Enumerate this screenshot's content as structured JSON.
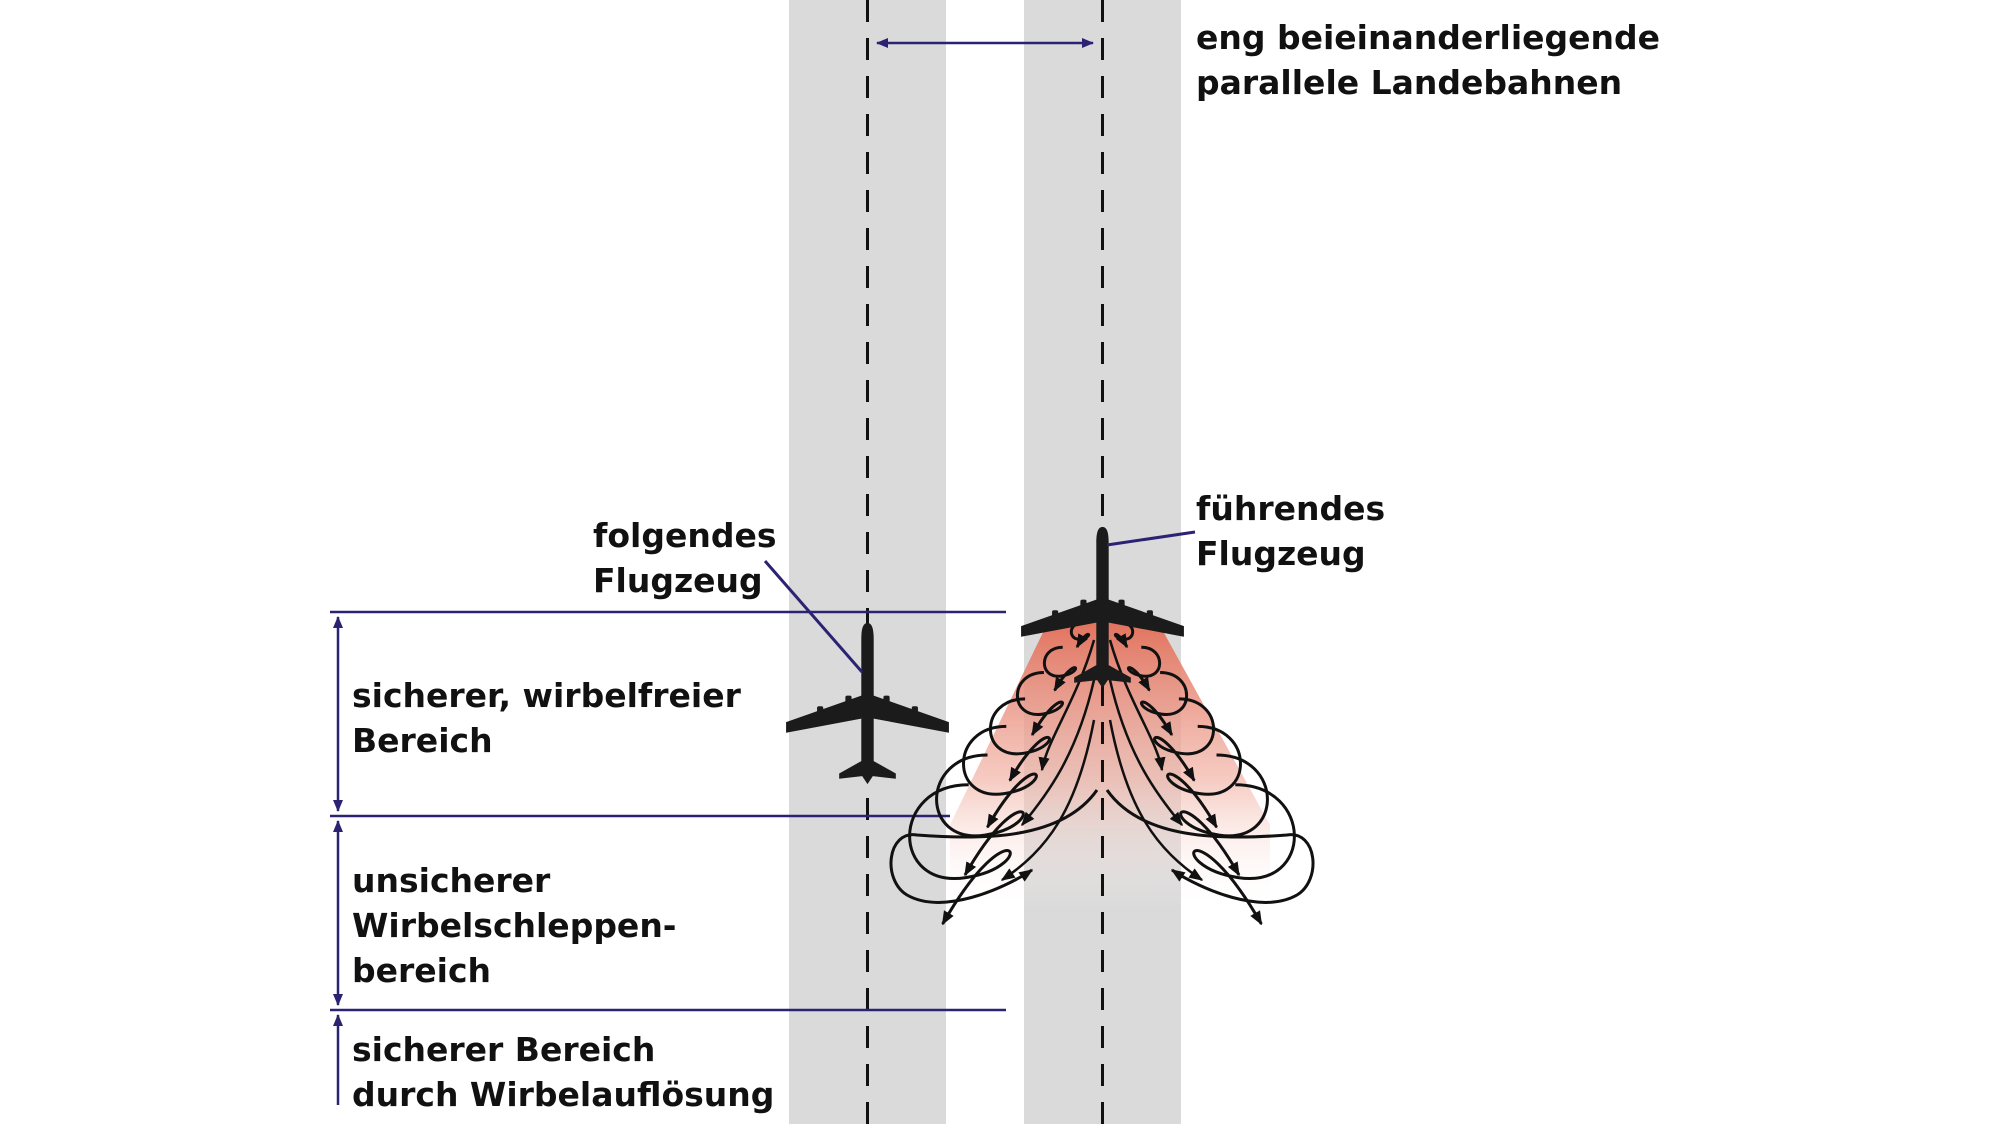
{
  "colors": {
    "runway": "#dadada",
    "centerline": "#111111",
    "guide": "#2b2372",
    "aircraft": "#1b1b1b",
    "wake_gradient_top": "#e2735e",
    "wake_gradient_bottom": "#ffffff",
    "vortex": "#111111"
  },
  "labels": {
    "runways": [
      "eng beieinanderliegende",
      "parallele Landebahnen"
    ],
    "leading": [
      "führendes",
      "Flugzeug"
    ],
    "following": [
      "folgendes",
      "Flugzeug"
    ],
    "zone_safe_free": [
      "sicherer, wirbelfreier",
      "Bereich"
    ],
    "zone_unsafe": [
      "unsicherer",
      "Wirbelschleppen-",
      "bereich"
    ],
    "zone_safe_decay": [
      "sicherer Bereich",
      "durch Wirbelauflösung"
    ]
  },
  "icons": {
    "aircraft": "airplane-top-view-icon",
    "arrow": "double-arrow-icon"
  }
}
